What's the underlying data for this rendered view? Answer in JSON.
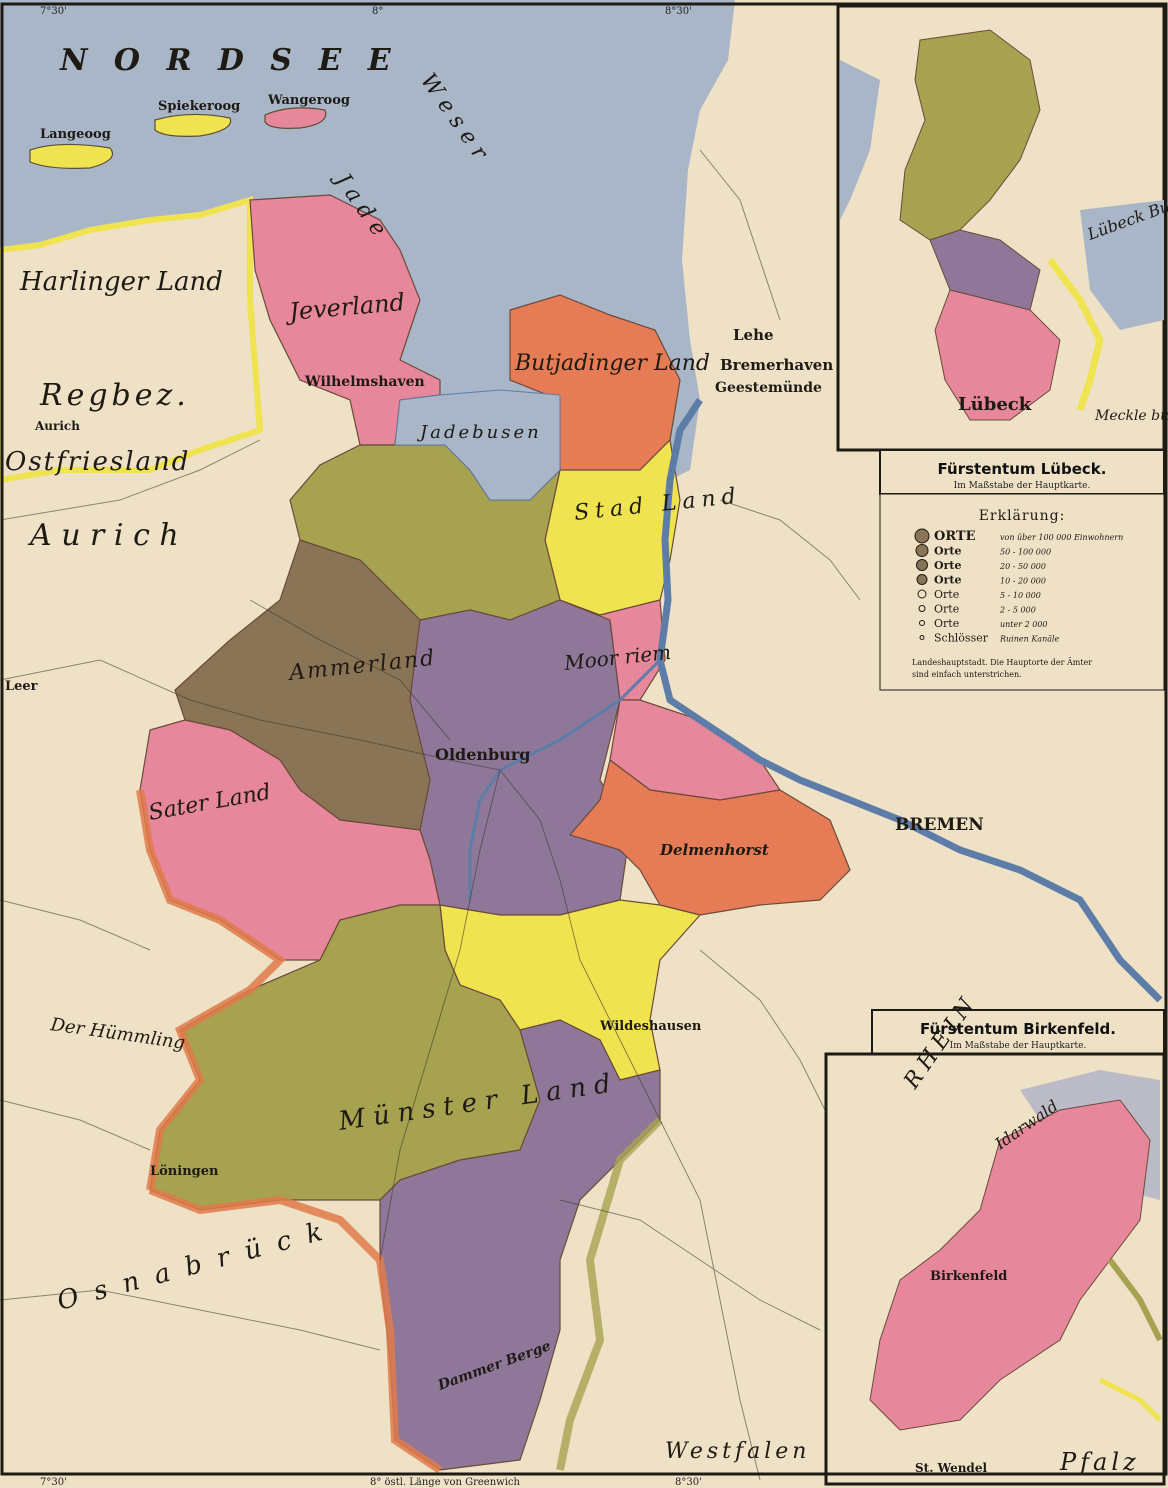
{
  "colors": {
    "sea": "#a8b6c8",
    "land": "#efe1c6",
    "pink": "#e7879b",
    "olive": "#a6a250",
    "brown": "#8a7456",
    "purple": "#8f7799",
    "yellow": "#efe34f",
    "orange": "#e57c55",
    "river": "#5d7ca8",
    "border": "#e07a4a",
    "ink": "#1e1a14"
  },
  "labels": {
    "nordsee": "N O R D S E E",
    "langeoog": "Langeoog",
    "spiekeroog": "Spiekeroog",
    "wangeroog": "Wangeroog",
    "jeverland": "Jeverland",
    "wilhelmshaven": "Wilhelmshaven",
    "jadebusen": "Jadebusen",
    "butjadinger_land": "Butjadinger Land",
    "stad_land": "Stad Land",
    "moor_riem": "Moor riem",
    "ammerland": "Ammerland",
    "oldenburg": "Oldenburg",
    "delmenhorst": "Delmenhorst",
    "bremen": "BREMEN",
    "bremerhaven": "Bremerhaven",
    "lehe": "Lehe",
    "geestemunde": "Geestemünde",
    "saterland": "Sater Land",
    "munster_land": "Münster Land",
    "wildeshausen": "Wildeshausen",
    "dammer_berge": "Dammer Berge",
    "loningen": "Löningen",
    "westfalen": "Westfalen",
    "ostfriesland": "Ostfriesland",
    "aurich_big": "A u r i c h",
    "harlinger_land": "Harlinger Land",
    "regbez": "Regbez.",
    "weser": "W e s e r",
    "jade": "J a d e",
    "osnabruck": "O s n a b r ü c k",
    "der_hummling": "Der Hümmling",
    "leer": "Leer",
    "aurich": "Aurich"
  },
  "coords": {
    "top_left": "7°30'",
    "top_mid": "8°",
    "top_right": "8°30'",
    "bottom_left": "7°30'",
    "bottom_caption": "8° östl. Länge von Greenwich",
    "bottom_right": "8°30'"
  },
  "inset_lubeck": {
    "title": "Fürstentum Lübeck.",
    "subtitle": "Im Maßstabe der Hauptkarte.",
    "place": "Lübeck",
    "bucht": "Lübeck Bucht",
    "meckle": "Meckle burg"
  },
  "inset_birkenfeld": {
    "title": "Fürstentum Birkenfeld.",
    "subtitle": "Im Maßstabe der Hauptkarte.",
    "place": "Birkenfeld",
    "rhein": "RHEIN",
    "pfalz": "Pfalz",
    "wendel": "St. Wendel",
    "idarwald": "Idarwald"
  },
  "legend": {
    "title": "Erklärung:",
    "rows": [
      {
        "label": "ORTE",
        "desc": "von über 100 000 Einwohnern"
      },
      {
        "label": "Orte",
        "desc": "50 - 100 000"
      },
      {
        "label": "Orte",
        "desc": "20 - 50 000"
      },
      {
        "label": "Orte",
        "desc": "10 - 20 000"
      },
      {
        "label": "Orte",
        "desc": "5 - 10 000"
      },
      {
        "label": "Orte",
        "desc": "2 - 5 000"
      },
      {
        "label": "Orte",
        "desc": "unter 2 000"
      },
      {
        "label": "Schlösser",
        "desc": "Ruinen  Kanäle"
      }
    ],
    "note_line1": "Landeshauptstadt. Die Hauptorte der Ämter",
    "note_line2": "sind einfach unterstrichen."
  }
}
